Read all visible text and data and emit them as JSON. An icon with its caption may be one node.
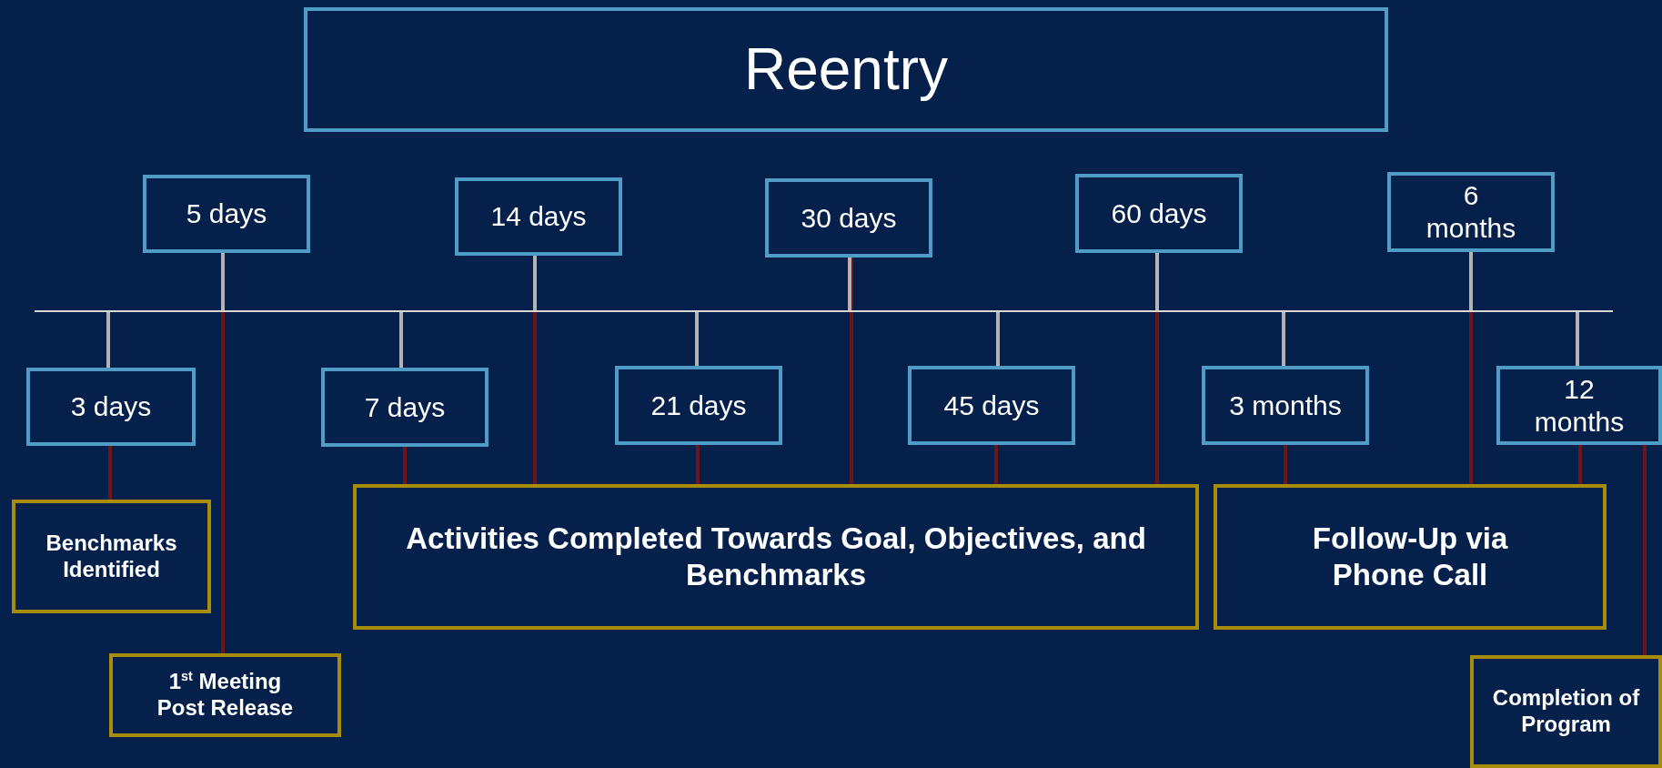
{
  "diagram": {
    "nodes": [
      {
        "text": [
          "Reentry"
        ]
      },
      {
        "text": [
          "5 days"
        ]
      },
      {
        "text": [
          "14 days"
        ]
      },
      {
        "text": [
          "30 days"
        ]
      },
      {
        "text": [
          "60 days"
        ]
      },
      {
        "text": [
          "6 months"
        ]
      },
      {
        "text": [],
        "shape": "bar"
      },
      {
        "text": [
          "3 days"
        ]
      },
      {
        "text": [
          "7 days"
        ]
      },
      {
        "text": [
          "21 days"
        ]
      },
      {
        "text": [
          "45 days"
        ]
      },
      {
        "text": [
          "3 months"
        ]
      },
      {
        "text": [
          "12 months"
        ]
      },
      {
        "text": [
          "Benchmarks Identified"
        ]
      },
      {
        "text": [
          "Activities Completed Towards Goal, Objectives, and Benchmarks"
        ]
      },
      {
        "text": [
          "Follow-Up via Phone Call"
        ]
      },
      {
        "text": [
          "1$^{st}$ Meeting Post Release"
        ]
      },
      {
        "text": [
          "Completion of Program"
        ]
      }
    ],
    "edges": [
      {
        "from": 1,
        "to": 6,
        "arrow": "none",
        "color": "#b3b3b3"
      },
      {
        "from": 2,
        "to": 6,
        "arrow": "none",
        "color": "#b3b3b3"
      },
      {
        "from": 3,
        "to": 6,
        "arrow": "none",
        "color": "#b3b3b3"
      },
      {
        "from": 4,
        "to": 6,
        "arrow": "none",
        "color": "#b3b3b3"
      },
      {
        "from": 5,
        "to": 6,
        "arrow": "none",
        "color": "#b3b3b3"
      },
      {
        "from": 6,
        "to": 7,
        "arrow": "none",
        "color": "#b3b3b3"
      },
      {
        "from": 6,
        "to": 8,
        "arrow": "none",
        "color": "#b3b3b3"
      },
      {
        "from": 6,
        "to": 9,
        "arrow": "none",
        "color": "#b3b3b3"
      },
      {
        "from": 6,
        "to": 10,
        "arrow": "none",
        "color": "#b3b3b3"
      },
      {
        "from": 6,
        "to": 11,
        "arrow": "none",
        "color": "#b3b3b3"
      },
      {
        "from": 6,
        "to": 12,
        "arrow": "none",
        "color": "#b3b3b3"
      },
      {
        "from": 1,
        "to": 16,
        "arrow": "none"
      },
      {
        "from": 2,
        "to": 14,
        "arrow": "none"
      },
      {
        "from": 3,
        "to": 14,
        "arrow": "none"
      },
      {
        "from": 4,
        "to": 14,
        "arrow": "none"
      },
      {
        "from": 5,
        "to": 15,
        "arrow": "none"
      },
      {
        "from": 7,
        "to": 13,
        "arrow": "none"
      },
      {
        "from": 8,
        "to": 14,
        "arrow": "none"
      },
      {
        "from": 9,
        "to": 14,
        "arrow": "none"
      },
      {
        "from": 10,
        "to": 14,
        "arrow": "none"
      },
      {
        "from": 11,
        "to": 15,
        "arrow": "none"
      },
      {
        "from": 12,
        "to": 15,
        "arrow": "none"
      },
      {
        "from": 12,
        "to": 17,
        "arrow": "none"
      }
    ]
  }
}
